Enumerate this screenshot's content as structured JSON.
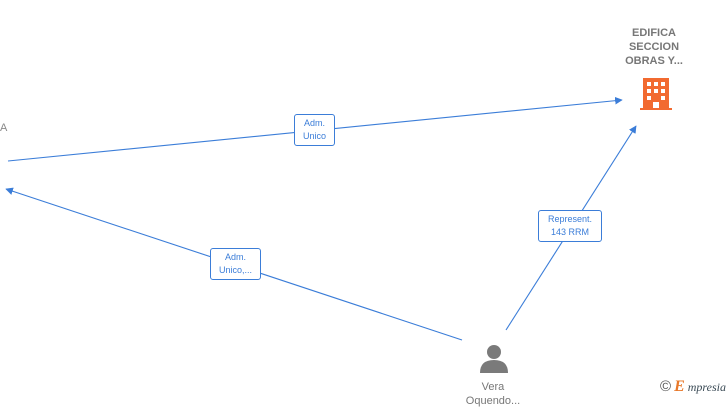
{
  "company_node": {
    "lines": [
      "EDIFICA",
      "SECCION",
      "OBRAS Y..."
    ]
  },
  "left_node": {
    "label": "A"
  },
  "person_node": {
    "lines": [
      "Vera",
      "Oquendo..."
    ]
  },
  "edges": {
    "top": {
      "lines": [
        "Adm.",
        "Unico"
      ]
    },
    "left": {
      "lines": [
        "Adm.",
        "Unico,..."
      ]
    },
    "right": {
      "lines": [
        "Represent.",
        "143 RRM"
      ]
    }
  },
  "brand": {
    "copyright": "©",
    "initial": "E",
    "name": "mpresia"
  },
  "colors": {
    "edge": "#3b7dd8",
    "building": "#f26a30",
    "person": "#7a7a7a"
  }
}
